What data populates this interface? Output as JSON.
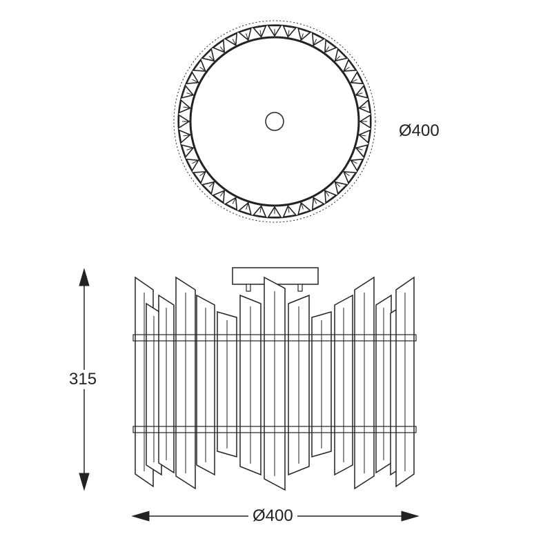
{
  "top_view": {
    "diameter_label": "Ø400"
  },
  "side_view": {
    "height_label": "315",
    "width_label": "Ø400"
  },
  "colors": {
    "line": "#222222",
    "background": "#ffffff"
  }
}
